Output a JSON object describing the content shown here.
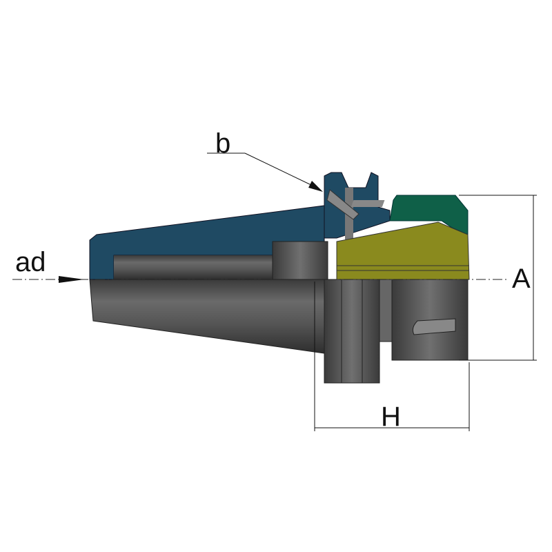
{
  "labels": {
    "b": "b",
    "ad": "ad",
    "A": "A",
    "H": "H"
  },
  "colors": {
    "body_section": "#1f4a63",
    "nut_section": "#0f6048",
    "collet_section": "#8a8a1e",
    "steel": "#5a5a5a"
  }
}
